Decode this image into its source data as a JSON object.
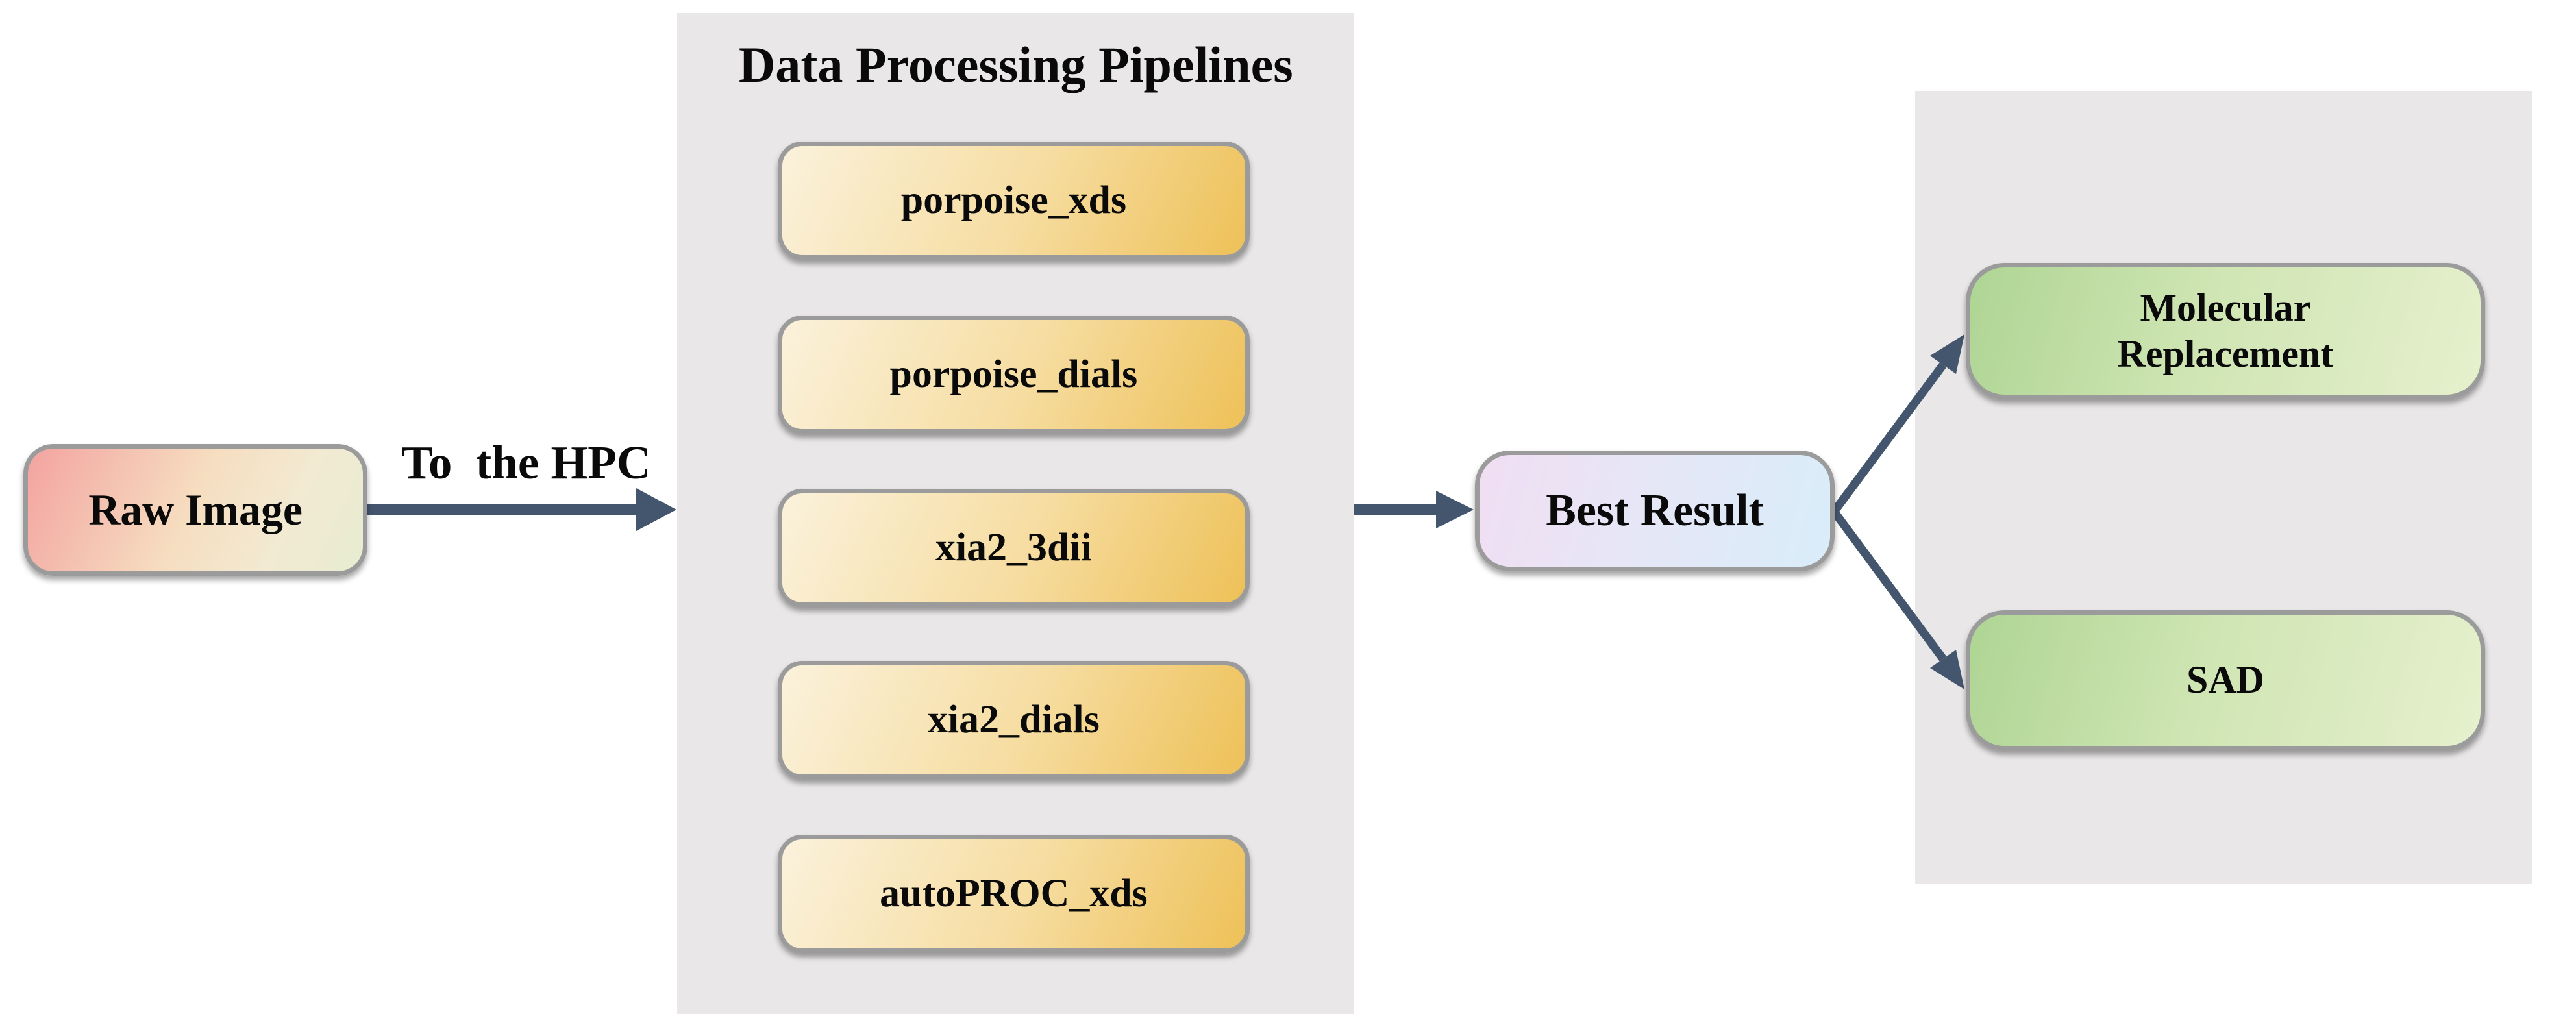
{
  "diagram": {
    "raw_image": {
      "label": "Raw Image"
    },
    "edge_label": "To  the HPC",
    "pipelines_panel": {
      "title": "Data Processing Pipelines",
      "items": [
        "porpoise_xds",
        "porpoise_dials",
        "xia2_3dii",
        "xia2_dials",
        "autoPROC_xds"
      ]
    },
    "best_result": {
      "label": "Best Result"
    },
    "outcomes_panel": {
      "items": [
        "Molecular Replacement",
        "SAD"
      ]
    },
    "colors": {
      "background": "#ffffff",
      "panel_bg": "#e9e7e8",
      "node_border": "#9b9b9b",
      "arrow": "#44566d",
      "raw_gradient_start": "#f3a3a0",
      "raw_gradient_end": "#e7ecd1",
      "pipeline_gradient_start": "#fbf2dc",
      "pipeline_gradient_end": "#eec158",
      "best_gradient_start": "#f1def3",
      "best_gradient_end": "#d9edf9",
      "outcome_gradient_start": "#aed594",
      "outcome_gradient_end": "#e6f0cd",
      "text": "#0a0a0a"
    }
  }
}
